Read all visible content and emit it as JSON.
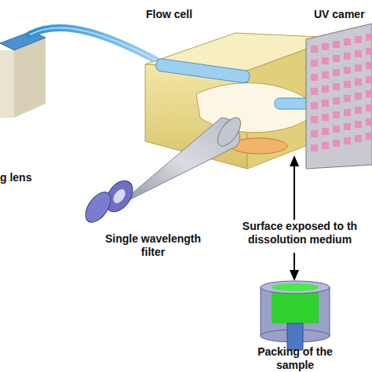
{
  "diagram": {
    "labels": [
      "Flow cell",
      "UV camer",
      "g lens",
      "Single wavelength filter",
      "Surface exposed to th dissolution medium",
      "Packing of the sample"
    ]
  }
}
